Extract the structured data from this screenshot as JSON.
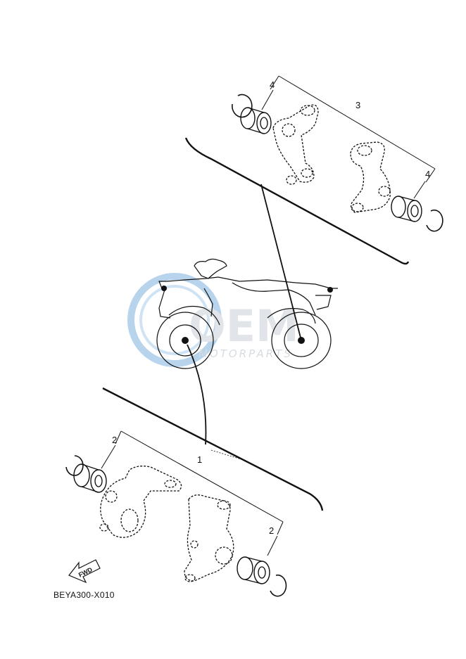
{
  "diagram": {
    "code": "BEYA300-X010",
    "fwd_label": "FWD",
    "callouts": {
      "rear_arm_assembly": "3",
      "rear_bearing_left": "4",
      "rear_bearing_right": "4",
      "knuckle_assembly": "1",
      "front_bearing_left": "2",
      "front_bearing_right": "2"
    },
    "watermark": {
      "brand": "OEM",
      "sub": "MOTORPARTS",
      "color": "#5b9bd5"
    },
    "line_color": "#111111"
  }
}
